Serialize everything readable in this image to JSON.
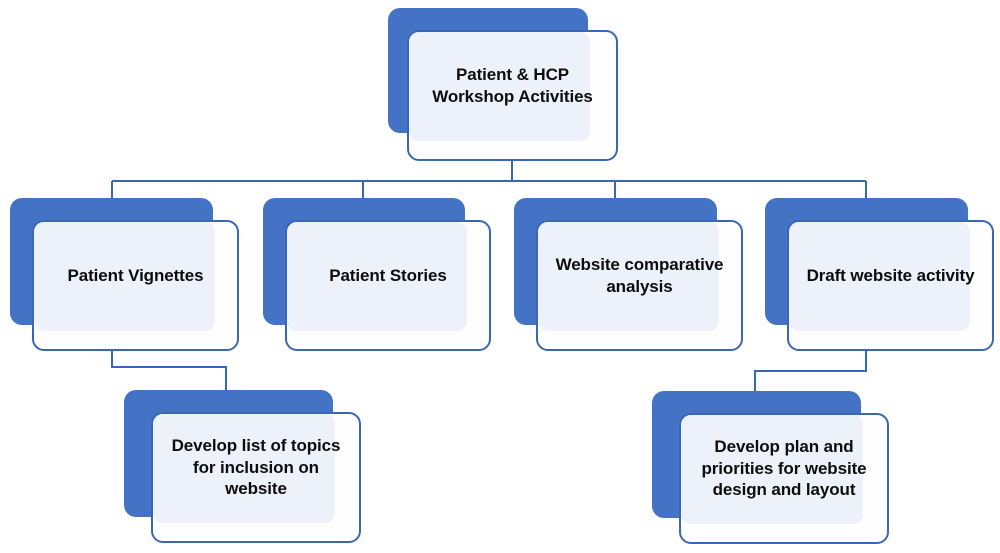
{
  "diagram": {
    "title": "Patient & HCP Workshop Activities",
    "type": "organizational-tree",
    "colors": {
      "slab_blue": "#4472C4",
      "card_border_blue": "#3A66B5",
      "panel_fill": "#EDF1F9",
      "card_fill": "#FEFEFF",
      "connector_blue": "#3A66B5",
      "text": "#0D0D0D"
    },
    "nodes": {
      "root": {
        "label": "Patient & HCP\nWorkshop Activities",
        "level": 1
      },
      "vignettes": {
        "label": "Patient Vignettes",
        "level": 2
      },
      "stories": {
        "label": "Patient Stories",
        "level": 2
      },
      "comparative": {
        "label": "Website comparative\nanalysis",
        "level": 2
      },
      "draft": {
        "label": "Draft website activity",
        "level": 2
      },
      "topics": {
        "label": "Develop list of topics\nfor inclusion on\nwebsite",
        "level": 3
      },
      "plan": {
        "label": "Develop plan and\npriorities for website\ndesign and layout",
        "level": 3
      }
    },
    "edges": [
      {
        "from": "root",
        "to": "vignettes"
      },
      {
        "from": "root",
        "to": "stories"
      },
      {
        "from": "root",
        "to": "comparative"
      },
      {
        "from": "root",
        "to": "draft"
      },
      {
        "from": "vignettes",
        "to": "topics"
      },
      {
        "from": "draft",
        "to": "plan"
      }
    ]
  }
}
